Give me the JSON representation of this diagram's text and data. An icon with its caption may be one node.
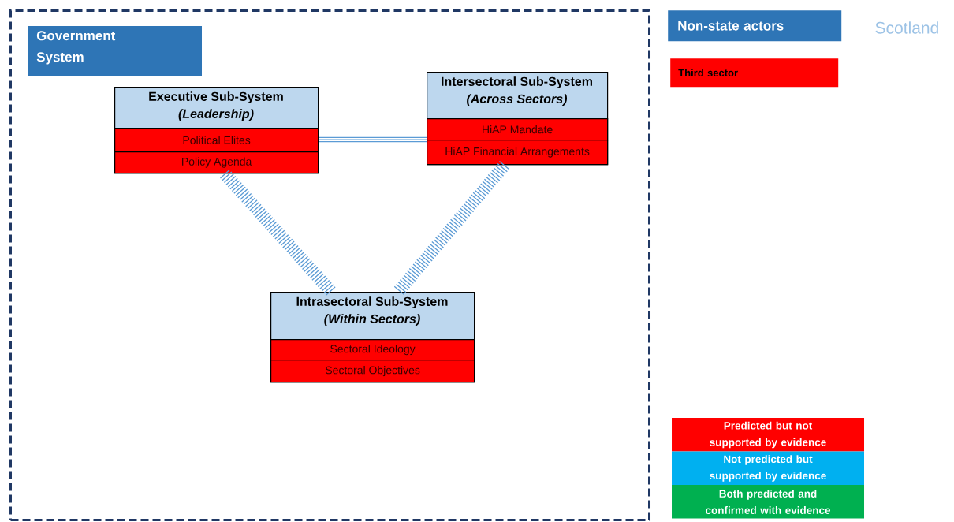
{
  "diagram": {
    "nodes": [
      {
        "text": [
          "Government System"
        ]
      },
      {
        "text": [
          "Executive Sub-System",
          "(Leadership)"
        ],
        "in": 0
      },
      {
        "text": [
          "Political Elites"
        ],
        "in": 1
      },
      {
        "text": [
          "Policy Agenda"
        ],
        "in": 1
      },
      {
        "text": [
          "Intersectoral Sub-System",
          "(Across Sectors)"
        ],
        "in": 0
      },
      {
        "text": [
          "HiAP Mandate"
        ],
        "in": 4
      },
      {
        "text": [
          "HiAP Financial Arrangements"
        ],
        "in": 4
      },
      {
        "text": [
          "Intrasectoral Sub-System",
          "(Within Sectors)"
        ],
        "in": 0
      },
      {
        "text": [
          "Sectoral Ideology"
        ],
        "in": 7
      },
      {
        "text": [
          "Sectoral Objectives"
        ],
        "in": 7
      },
      {
        "text": [
          "Non-state actors"
        ]
      },
      {
        "text": [
          "Third sector"
        ]
      }
    ],
    "edges": [
      {
        "from": 1,
        "to": 4,
        "arrow": "none"
      },
      {
        "from": 1,
        "to": 7,
        "arrow": "none",
        "style": "dashed"
      },
      {
        "from": 4,
        "to": 7,
        "arrow": "none",
        "style": "dashed"
      }
    ],
    "labels": [
      "Scotland"
    ],
    "legend": [
      {
        "text": "Predicted but not supported by evidence",
        "color": "#ff0000"
      },
      {
        "text": "Not predicted but supported by evidence",
        "color": "#00b0f0"
      },
      {
        "text": "Both predicted and confirmed with evidence",
        "color": "#00b050"
      }
    ]
  }
}
